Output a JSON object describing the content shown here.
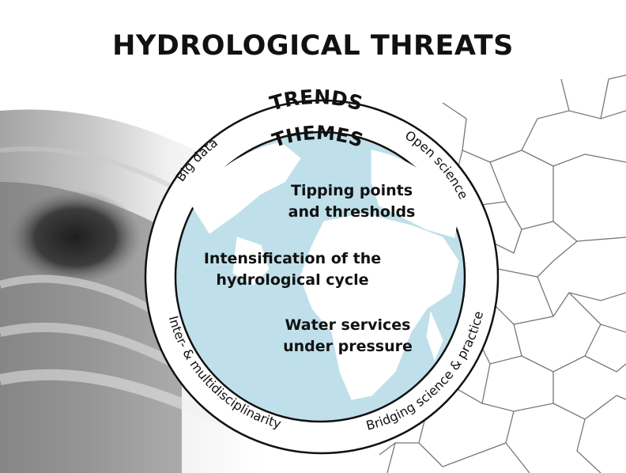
{
  "title": "HYDROLOGICAL THREATS",
  "ring": {
    "trends_label": "TRENDS",
    "themes_label": "THEMES",
    "trends": [
      "Big data",
      "Open science",
      "Bridging science & practice",
      "Inter- & multidisciplinarity"
    ]
  },
  "themes": [
    {
      "line1": "Tipping points",
      "line2": "and thresholds"
    },
    {
      "line1": "Intensification of the",
      "line2": "hydrological cycle"
    },
    {
      "line1": "Water services",
      "line2": "under pressure"
    }
  ],
  "colors": {
    "ocean": "#bfe0ea",
    "land": "#ffffff",
    "ring_fill": "#ffffff",
    "ring_stroke": "#111111",
    "text": "#111111",
    "wave_dark": "#3a3a3a",
    "crack": "#4a4a4a"
  }
}
